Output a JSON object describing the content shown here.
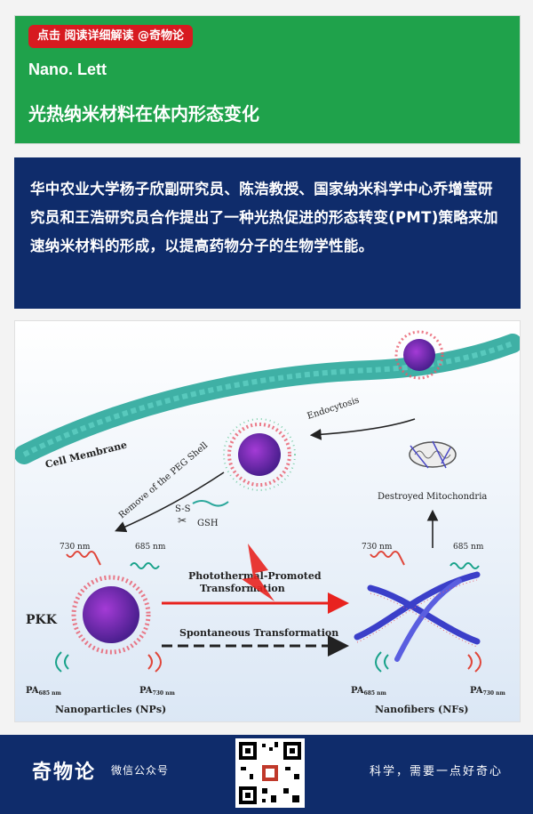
{
  "header": {
    "tag": "点击 阅读详细解读 @奇物论",
    "journal": "Nano. Lett",
    "headline": "光热纳米材料在体内形态变化"
  },
  "summary": {
    "text": "华中农业大学杨子欣副研究员、陈浩教授、国家纳米科学中心乔增莹研究员和王浩研究员合作提出了一种光热促进的形态转变(PMT)策略来加速纳米材料的形成，以提高药物分子的生物学性能。"
  },
  "figure": {
    "cell_membrane": "Cell Membrane",
    "endocytosis": "Endocytosis",
    "remove_peg": "Remove of the PEG Shell",
    "ss_label": "S-S",
    "gsh": "GSH",
    "destroyed_mito": "Destroyed Mitochondria",
    "nm730_left": "730 nm",
    "nm685_left": "685 nm",
    "nm730_right": "730 nm",
    "nm685_right": "685 nm",
    "pkk": "PKK",
    "photothermal_1": "Photothermal-Promoted",
    "photothermal_2": "Transformation",
    "spontaneous": "Spontaneous Transformation",
    "pa685_left": "PA",
    "pa685_left_sub": "685 nm",
    "pa730_left": "PA",
    "pa730_left_sub": "730 nm",
    "pa685_right": "PA",
    "pa685_right_sub": "685 nm",
    "pa730_right": "PA",
    "pa730_right_sub": "730 nm",
    "nanoparticles": "Nanoparticles (NPs)",
    "nanofibers": "Nanofibers (NFs)"
  },
  "footer": {
    "brand": "奇物论",
    "brand_sub": "微信公众号",
    "slogan": "科学，需要一点好奇心"
  },
  "colors": {
    "header_green": "#1fa24b",
    "navy": "#0f2c6b",
    "tag_red": "#d71a20",
    "membrane_teal": "#2aa79b",
    "arrow_red": "#e8231f"
  }
}
